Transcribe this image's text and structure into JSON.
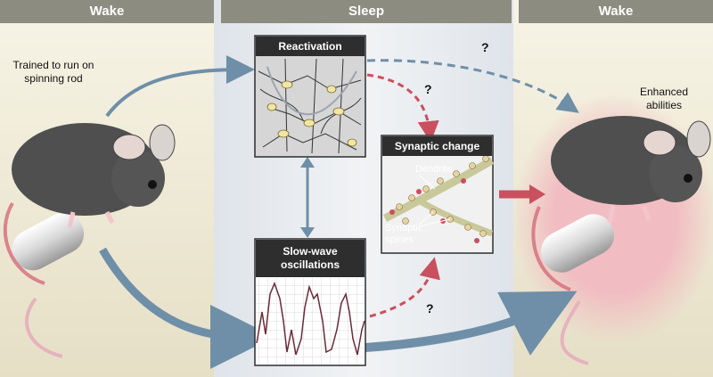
{
  "panels": {
    "left_header": "Wake",
    "center_header": "Sleep",
    "right_header": "Wake"
  },
  "labels": {
    "trained": "Trained to run on spinning rod",
    "enhanced": "Enhanced abilities",
    "dendrite": "Dendrite",
    "spines": "Synaptic spines"
  },
  "boxes": {
    "reactivation": "Reactivation",
    "slow_wave": "Slow-wave oscillations",
    "synaptic_change": "Synaptic change"
  },
  "questions": [
    "?",
    "?",
    "?"
  ],
  "colors": {
    "header": "#8c8c80",
    "blue_arrow": "#6f8fa8",
    "red_arrow": "#c9505e",
    "box_title": "#2e2e2e"
  }
}
